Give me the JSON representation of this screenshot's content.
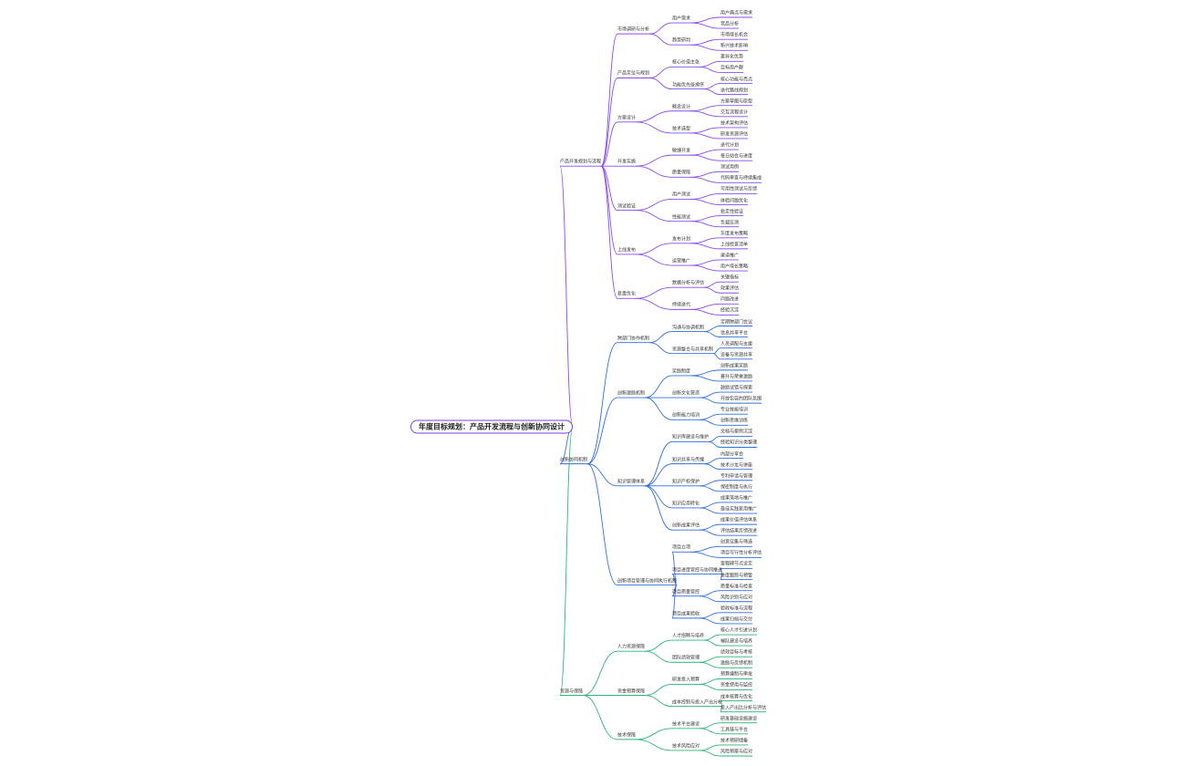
{
  "root": "年度目标规划：产品开发流程与创新协同设计",
  "colors": {
    "purple": "#8a4bf0",
    "blue": "#2f6fe0",
    "green": "#2cb573"
  },
  "branches": [
    {
      "label": "产品开发规划与流程",
      "color": "purple",
      "children": [
        {
          "label": "市场调研与分析",
          "children": [
            {
              "label": "用户需求",
              "children": [
                "用户痛点与需求",
                "竞品分析"
              ]
            },
            {
              "label": "趋势研判",
              "children": [
                "市场增长机会",
                "新兴技术影响"
              ]
            }
          ]
        },
        {
          "label": "产品定位与规划",
          "children": [
            {
              "label": "核心价值主张",
              "children": [
                "差异化优势",
                "目标用户群"
              ]
            },
            {
              "label": "功能优先级排序",
              "children": [
                "核心功能与亮点",
                "迭代路线规划"
              ]
            }
          ]
        },
        {
          "label": "方案设计",
          "children": [
            {
              "label": "概念设计",
              "children": [
                "方案草图与原型",
                "交互流程设计"
              ]
            },
            {
              "label": "技术选型",
              "children": [
                "技术架构评估",
                "研发资源评估"
              ]
            }
          ]
        },
        {
          "label": "开发实施",
          "children": [
            {
              "label": "敏捷开发",
              "children": [
                "迭代计划",
                "每日站会与进度"
              ]
            },
            {
              "label": "质量保障",
              "children": [
                "测试用例",
                "代码审查与持续集成"
              ]
            }
          ]
        },
        {
          "label": "测试验证",
          "children": [
            {
              "label": "用户测试",
              "children": [
                "可用性测试与反馈",
                "体验问题优化"
              ]
            },
            {
              "label": "性能测试",
              "children": [
                "稳定性验证",
                "负载压测"
              ]
            }
          ]
        },
        {
          "label": "上线发布",
          "children": [
            {
              "label": "发布计划",
              "children": [
                "灰度发布策略",
                "上线检查清单"
              ]
            },
            {
              "label": "运营推广",
              "children": [
                "渠道推广",
                "用户增长策略"
              ]
            }
          ]
        },
        {
          "label": "复盘优化",
          "children": [
            {
              "label": "数据分析与评估",
              "children": [
                "关键指标",
                "效果评估"
              ]
            },
            {
              "label": "持续迭代",
              "children": [
                "问题改进",
                "经验沉淀"
              ]
            }
          ]
        }
      ]
    },
    {
      "label": "创新协同机制",
      "color": "blue",
      "children": [
        {
          "label": "跨部门协作机制",
          "children": [
            {
              "label": "沟通与协调机制",
              "children": [
                "定期跨部门会议",
                "信息共享平台"
              ]
            },
            {
              "label": "资源整合与共享机制",
              "children": [
                "人员调配与支援",
                "设备与资源共享"
              ]
            }
          ]
        },
        {
          "label": "创新激励机制",
          "children": [
            {
              "label": "奖励制度",
              "children": [
                "创新成果奖励",
                "晋升与荣誉激励"
              ]
            },
            {
              "label": "创新文化营造",
              "children": [
                "鼓励试错与探索",
                "开放包容的团队氛围"
              ]
            },
            {
              "label": "创新能力培训",
              "children": [
                "专业技能培训",
                "创新思维训练"
              ]
            }
          ]
        },
        {
          "label": "知识管理体系",
          "children": [
            {
              "label": "知识库建设与维护",
              "children": [
                "文档与案例沉淀",
                "经验知识分类整理"
              ]
            },
            {
              "label": "知识共享与传播",
              "children": [
                "内部分享会",
                "技术沙龙与讲座"
              ]
            },
            {
              "label": "知识产权保护",
              "children": [
                "专利申请与管理",
                "保密制度与执行"
              ]
            },
            {
              "label": "知识应用转化",
              "children": [
                "成果落地与推广",
                "最佳实践复用推广"
              ]
            },
            {
              "label": "创新成果评估",
              "children": [
                "成果价值评估体系",
                "评估结果反馈改进"
              ]
            }
          ]
        },
        {
          "label": "创新项目管理与协同执行机制",
          "children": [
            {
              "label": "项目立项",
              "children": [
                "创意征集与筛选",
                "项目可行性分析评估"
              ]
            },
            {
              "label": "项目进度管控与协同推进",
              "children": [
                "里程碑节点设定",
                "进度跟踪与预警"
              ]
            },
            {
              "label": "项目质量管控",
              "children": [
                "质量标准与检查",
                "风险识别与应对"
              ]
            },
            {
              "label": "项目成果验收",
              "children": [
                "验收标准与流程",
                "成果归档与交付"
              ]
            }
          ]
        }
      ]
    },
    {
      "label": "资源与保障",
      "color": "green",
      "children": [
        {
          "label": "人力资源保障",
          "children": [
            {
              "label": "人才招聘与培养",
              "children": [
                "核心人才引进计划",
                "梯队建设与培养"
              ]
            },
            {
              "label": "团队绩效管理",
              "children": [
                "绩效目标与考核",
                "激励与反馈机制"
              ]
            }
          ]
        },
        {
          "label": "资金预算保障",
          "children": [
            {
              "label": "研发投入预算",
              "children": [
                "预算编制与审批",
                "资金使用与监控"
              ]
            },
            {
              "label": "成本控制与投入产出分析",
              "children": [
                "成本核算与优化",
                "投入产出比分析与评估"
              ]
            }
          ]
        },
        {
          "label": "技术保障",
          "children": [
            {
              "label": "技术平台建设",
              "children": [
                "研发基础设施建设",
                "工具链与平台"
              ]
            },
            {
              "label": "技术风险应对",
              "children": [
                "技术预研储备",
                "风险预案与应对"
              ]
            }
          ]
        }
      ]
    }
  ]
}
